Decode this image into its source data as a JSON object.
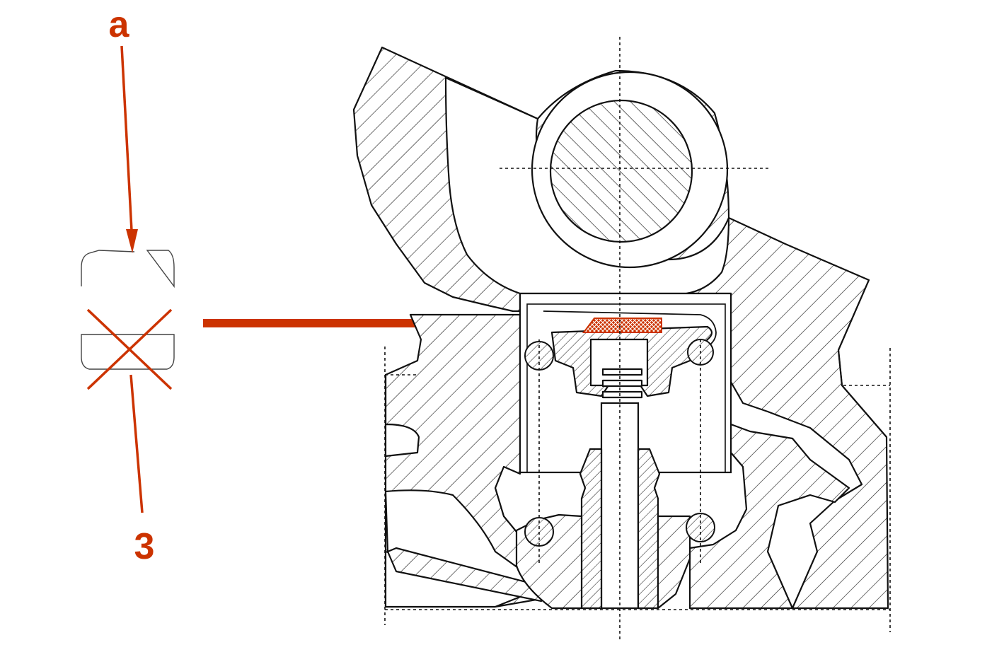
{
  "callouts": [
    {
      "id": "a",
      "text": "a"
    },
    {
      "id": "3",
      "text": "3"
    }
  ],
  "colors": {
    "accent": "#cc3300",
    "line": "#111111",
    "background": "#ffffff"
  }
}
